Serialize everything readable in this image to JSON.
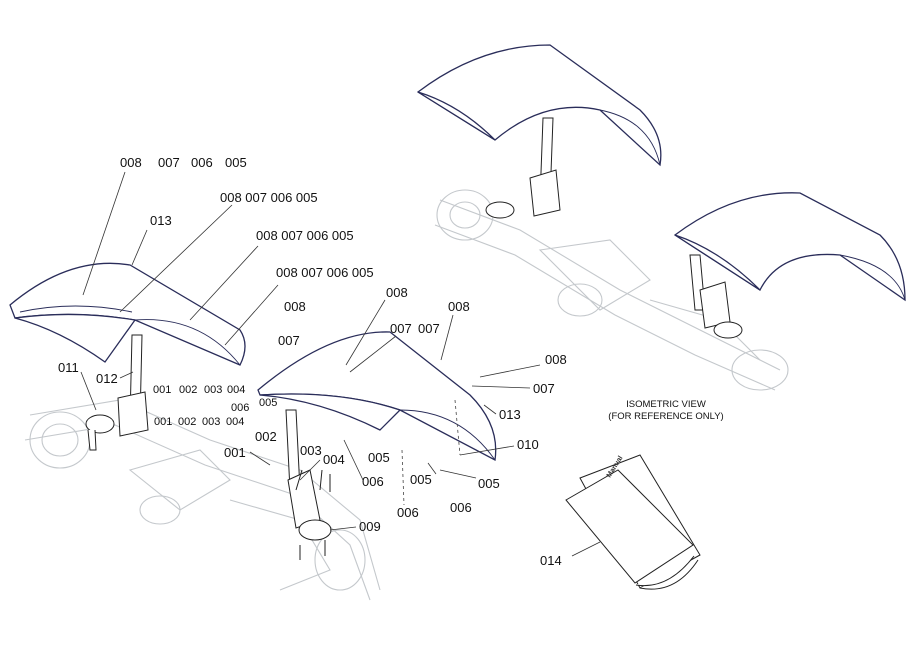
{
  "diagram": {
    "note": {
      "line1": "ISOMETRIC VIEW",
      "line2": "(FOR REFERENCE ONLY)"
    },
    "manual_title": "Manual",
    "callouts": {
      "top_row": [
        "008",
        "007",
        "006",
        "005"
      ],
      "row_2": "008 007 006 005",
      "row_3": "008 007 006 005",
      "row_4": "008 007 006 005",
      "part_013": "013",
      "part_011": "011",
      "part_012": "012",
      "small_row_a": [
        "001",
        "002",
        "003",
        "004"
      ],
      "small_row_b": [
        "001",
        "002",
        "003",
        "004"
      ],
      "p008_a": "008",
      "p008_b": "008",
      "p008_c": "008",
      "p008_d": "008",
      "p007_a": "007",
      "p007_b": "007",
      "p007_c": "007",
      "p007_d": "007",
      "p006_small": "006",
      "p005_small": "005",
      "p002": "002",
      "p003": "003",
      "p004": "004",
      "p001": "001",
      "p005_a": "005",
      "p005_b": "005",
      "p005_c": "005",
      "p006_a": "006",
      "p006_b": "006",
      "p006_c": "006",
      "p009": "009",
      "p010": "010",
      "p013_b": "013",
      "p014": "014"
    }
  }
}
